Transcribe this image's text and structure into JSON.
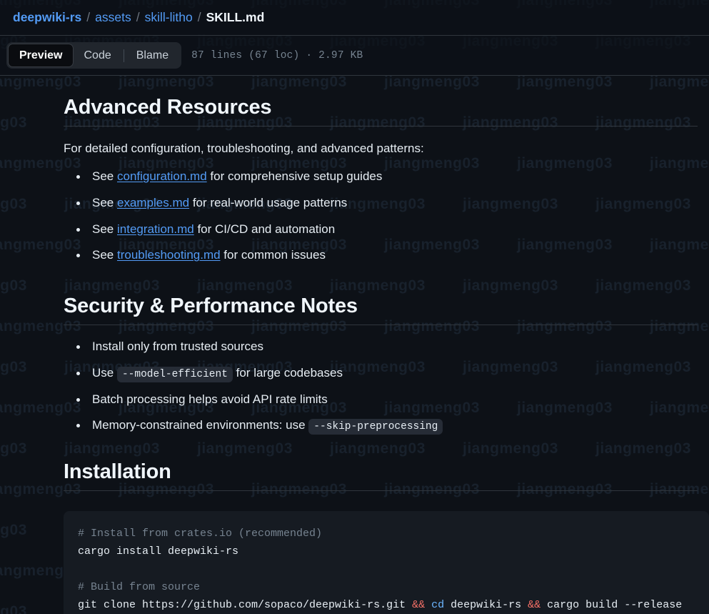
{
  "watermark": {
    "text": "jiangmeng03"
  },
  "breadcrumb": {
    "root": "deepwiki-rs",
    "sep": "/",
    "items": [
      "assets",
      "skill-litho"
    ],
    "current": "SKILL.md"
  },
  "toolbar": {
    "tabs": [
      {
        "label": "Preview",
        "active": true
      },
      {
        "label": "Code",
        "active": false
      },
      {
        "label": "Blame",
        "active": false
      }
    ],
    "file_stats": "87 lines (67 loc) · 2.97 KB"
  },
  "content": {
    "section_advanced": {
      "heading": "Advanced Resources",
      "intro": "For detailed configuration, troubleshooting, and advanced patterns:",
      "items": [
        {
          "pre": "See ",
          "link": "configuration.md",
          "post": " for comprehensive setup guides"
        },
        {
          "pre": "See ",
          "link": "examples.md",
          "post": " for real-world usage patterns"
        },
        {
          "pre": "See ",
          "link": "integration.md",
          "post": " for CI/CD and automation"
        },
        {
          "pre": "See ",
          "link": "troubleshooting.md",
          "post": " for common issues"
        }
      ]
    },
    "section_security": {
      "heading": "Security & Performance Notes",
      "items": [
        {
          "pre": "Install only from trusted sources",
          "code": "",
          "post": ""
        },
        {
          "pre": "Use ",
          "code": "--model-efficient",
          "post": " for large codebases"
        },
        {
          "pre": "Batch processing helps avoid API rate limits",
          "code": "",
          "post": ""
        },
        {
          "pre": "Memory-constrained environments: use ",
          "code": "--skip-preprocessing",
          "post": ""
        }
      ]
    },
    "section_installation": {
      "heading": "Installation",
      "code": {
        "comment1": "# Install from crates.io (recommended)",
        "line1": "cargo install deepwiki-rs",
        "comment2": "# Build from source",
        "line2_a": "git clone https://github.com/sopaco/deepwiki-rs.git ",
        "line2_op1": "&&",
        "line2_b": " ",
        "line2_kw": "cd",
        "line2_c": " deepwiki-rs ",
        "line2_op2": "&&",
        "line2_d": " cargo build --release"
      }
    }
  },
  "colors": {
    "page_bg": "#0d1117",
    "link": "#539bf5",
    "code_bg": "#161b22",
    "comment": "#768390",
    "operator": "#f47067",
    "keyword": "#6cb6ff",
    "border": "#30363d"
  }
}
